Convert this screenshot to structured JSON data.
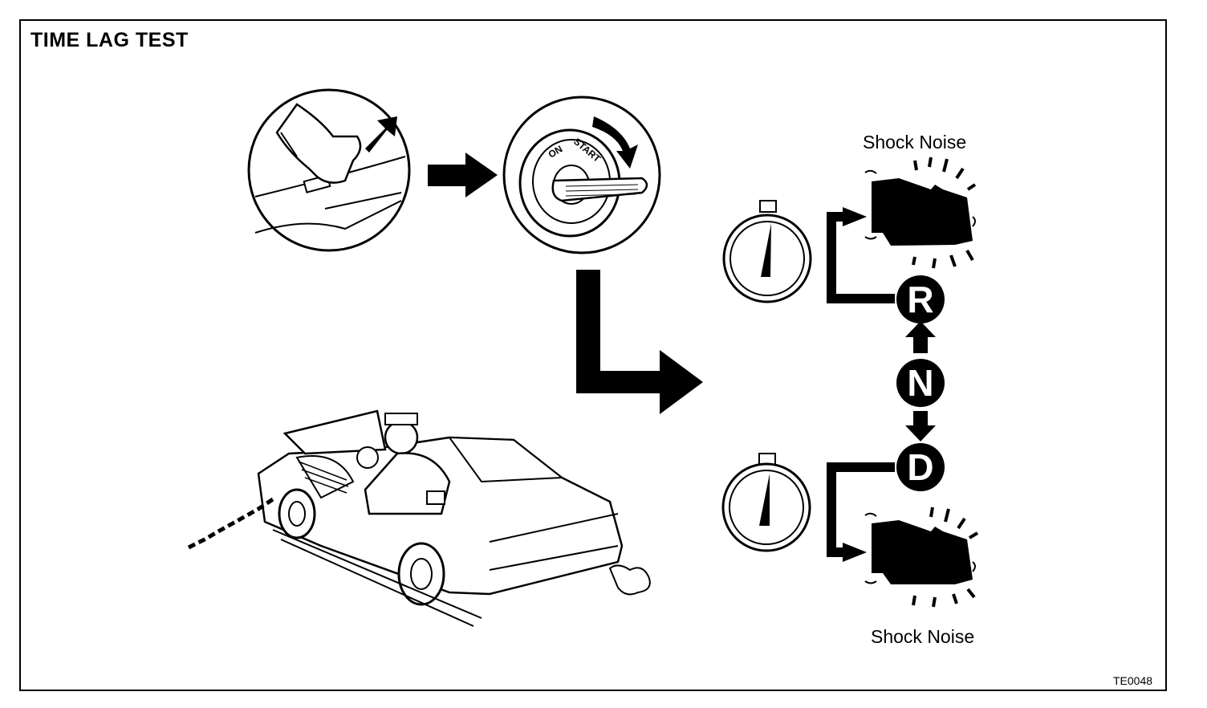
{
  "title": "TIME LAG TEST",
  "figure_code": "TE0048",
  "labels": {
    "shock_noise_top": "Shock Noise",
    "shock_noise_bottom": "Shock Noise",
    "ignition_on": "ON",
    "ignition_start": "START"
  },
  "gears": {
    "reverse": "R",
    "neutral": "N",
    "drive": "D"
  }
}
